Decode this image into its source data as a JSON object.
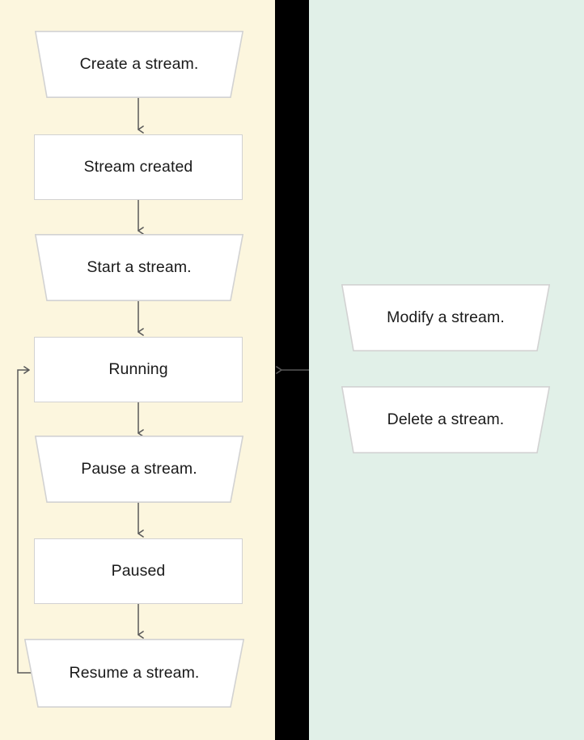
{
  "diagram": {
    "title": "Stream lifecycle flowchart",
    "type": "flowchart",
    "panels": [
      {
        "id": "lifecycle",
        "name": "stream-lifecycle-panel",
        "background": "#fcf6de"
      },
      {
        "id": "divider",
        "name": "panel-divider",
        "background": "#000000"
      },
      {
        "id": "actions",
        "name": "stream-actions-panel",
        "background": "#e1f0e8"
      }
    ],
    "colors": {
      "lifecycle_background": "#fcf6de",
      "actions_background": "#e1f0e8",
      "divider": "#000000",
      "node_fill": "#ffffff",
      "node_border": "#d2d2d2",
      "connector": "#595959",
      "text": "#1a1a1a"
    },
    "nodes": [
      {
        "id": "create",
        "label": "Create a stream.",
        "shape": "trapezoid",
        "panel": "lifecycle"
      },
      {
        "id": "created",
        "label": "Stream created",
        "shape": "rectangle",
        "panel": "lifecycle"
      },
      {
        "id": "start",
        "label": "Start a stream.",
        "shape": "trapezoid",
        "panel": "lifecycle"
      },
      {
        "id": "running",
        "label": "Running",
        "shape": "rectangle",
        "panel": "lifecycle"
      },
      {
        "id": "pause",
        "label": "Pause a stream.",
        "shape": "trapezoid",
        "panel": "lifecycle"
      },
      {
        "id": "paused",
        "label": "Paused",
        "shape": "rectangle",
        "panel": "lifecycle"
      },
      {
        "id": "resume",
        "label": "Resume a stream.",
        "shape": "trapezoid",
        "panel": "lifecycle"
      },
      {
        "id": "modify",
        "label": "Modify a stream.",
        "shape": "trapezoid",
        "panel": "actions"
      },
      {
        "id": "delete",
        "label": "Delete a stream.",
        "shape": "trapezoid",
        "panel": "actions"
      }
    ],
    "edges": [
      {
        "from": "create",
        "to": "created",
        "direction": "down"
      },
      {
        "from": "created",
        "to": "start",
        "direction": "down"
      },
      {
        "from": "start",
        "to": "running",
        "direction": "down"
      },
      {
        "from": "running",
        "to": "pause",
        "direction": "down"
      },
      {
        "from": "pause",
        "to": "paused",
        "direction": "down"
      },
      {
        "from": "paused",
        "to": "resume",
        "direction": "down"
      },
      {
        "from": "resume",
        "to": "running",
        "direction": "loop-left"
      },
      {
        "from": "actions",
        "to": "running",
        "direction": "left"
      }
    ]
  }
}
